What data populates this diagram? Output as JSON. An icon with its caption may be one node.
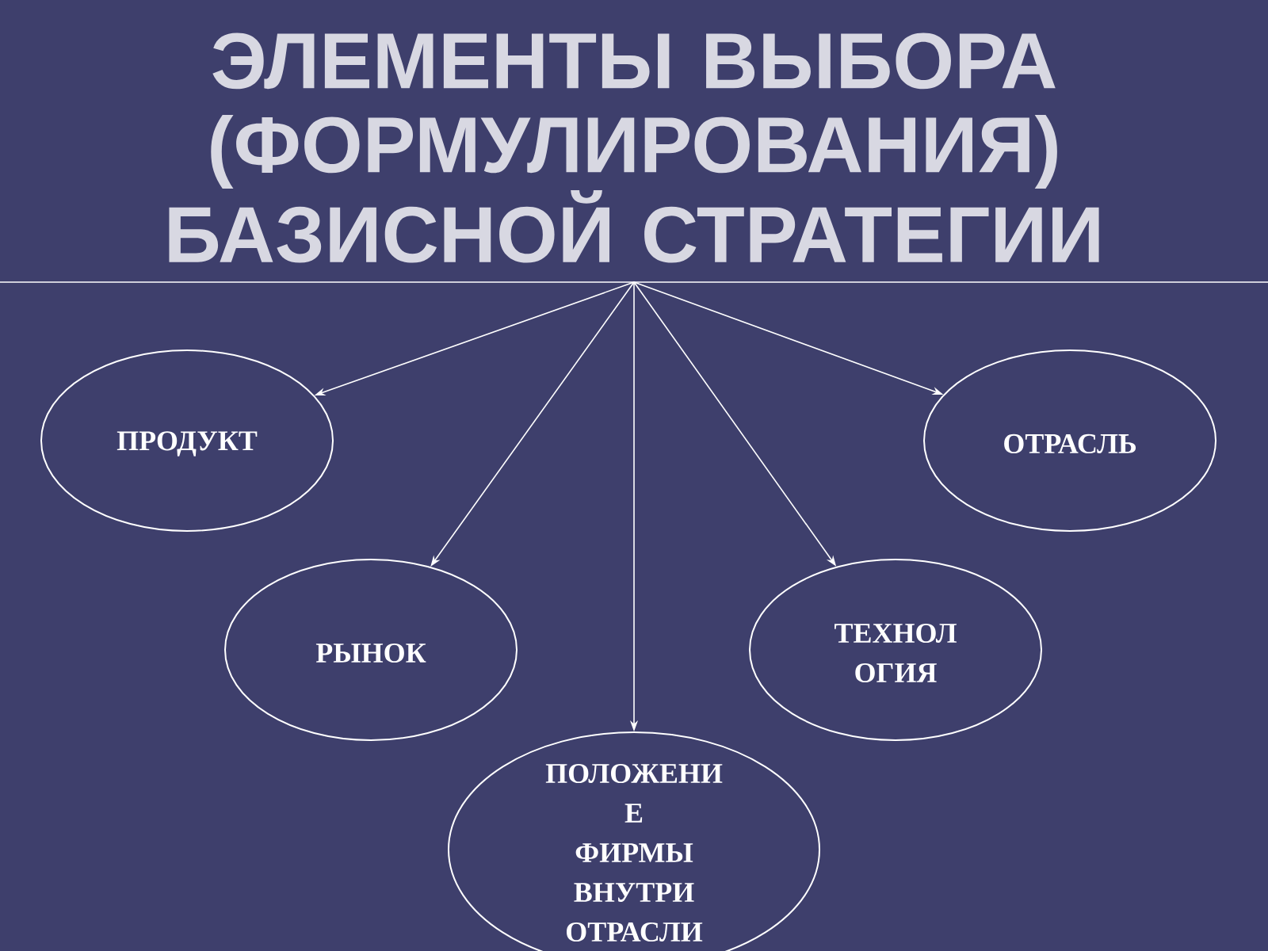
{
  "diagram": {
    "nodes": [
      {
        "text": [
          "ЭЛЕМЕНТЫ ВЫБОРА (ФОРМУЛИРОВАНИЯ) БАЗИСНОЙ СТРАТЕГИИ"
        ]
      },
      {
        "text": [
          "ПРОДУКТ"
        ]
      },
      {
        "text": [
          "ОТРАСЛЬ"
        ]
      },
      {
        "text": [
          "РЫНОК"
        ]
      },
      {
        "text": [
          "ТЕХНОЛ ОГИЯ"
        ]
      },
      {
        "text": [
          "ПОЛОЖЕНИ Е ФИРМЫ ВНУТРИ ОТРАСЛИ"
        ]
      }
    ],
    "edges": [
      {
        "from": 0,
        "to": 1,
        "arrow": "to"
      },
      {
        "from": 0,
        "to": 2,
        "arrow": "to"
      },
      {
        "from": 0,
        "to": 3,
        "arrow": "to"
      },
      {
        "from": 0,
        "to": 4,
        "arrow": "to"
      },
      {
        "from": 0,
        "to": 5,
        "arrow": "to"
      }
    ]
  }
}
